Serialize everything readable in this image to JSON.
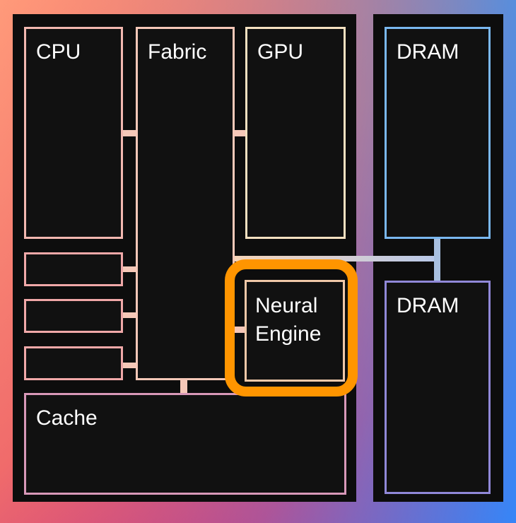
{
  "blocks": {
    "cpu": "CPU",
    "fabric": "Fabric",
    "gpu": "GPU",
    "dram_top": "DRAM",
    "neural_engine": "Neural\nEngine",
    "dram_bottom": "DRAM",
    "cache": "Cache"
  },
  "colors": {
    "block_fill": "#111111",
    "highlight": "#ff9500",
    "text": "#ffffff"
  }
}
